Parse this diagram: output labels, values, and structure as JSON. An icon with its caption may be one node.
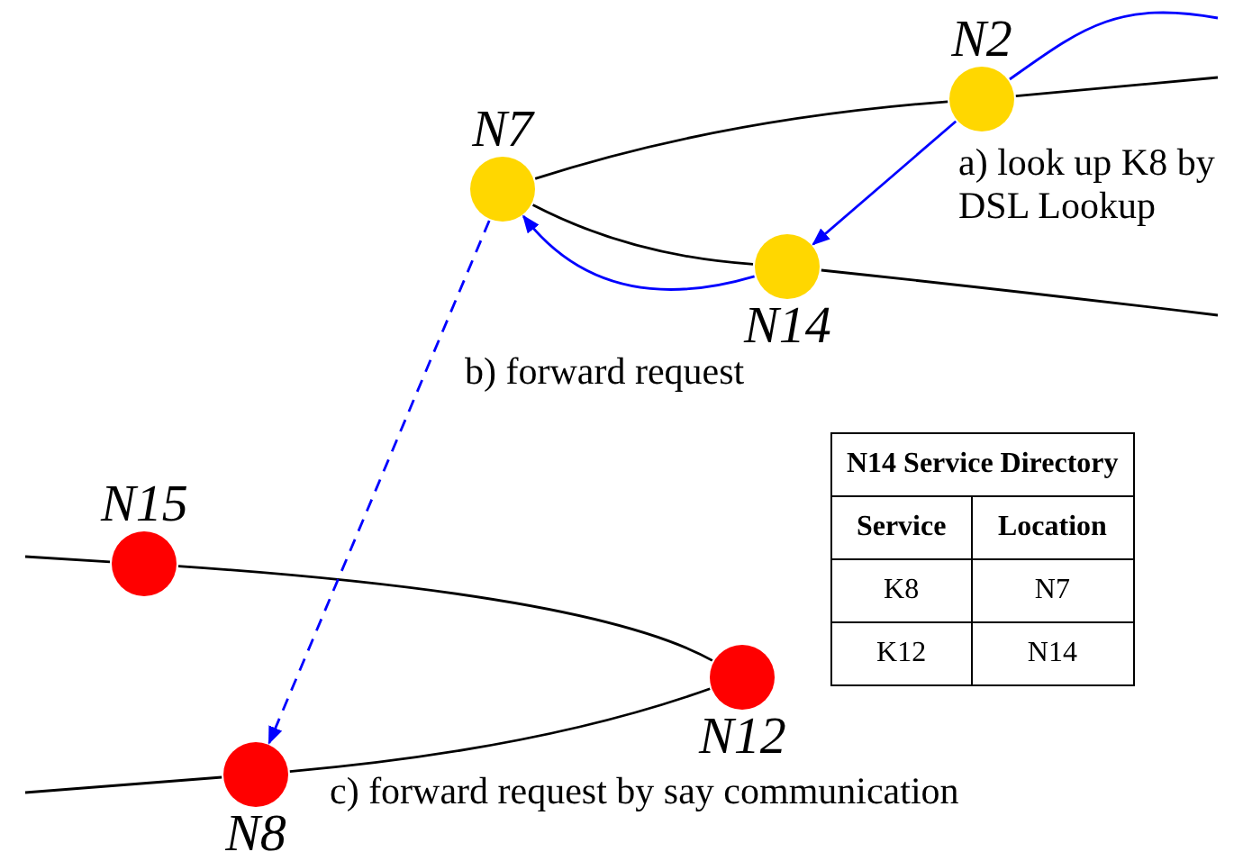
{
  "diagram": {
    "nodes": [
      {
        "text": [
          "N2"
        ]
      },
      {
        "text": [
          "N7"
        ]
      },
      {
        "text": [
          "N14"
        ]
      },
      {
        "text": [
          "N15"
        ]
      },
      {
        "text": [
          "N12"
        ]
      },
      {
        "text": [
          "N8"
        ]
      }
    ],
    "edges": [
      {
        "from": 1,
        "to": 0,
        "arrow": "none"
      },
      {
        "from": 0,
        "to": null,
        "arrow": "none"
      },
      {
        "from": 1,
        "to": 2,
        "arrow": "none"
      },
      {
        "from": 2,
        "to": null,
        "arrow": "none"
      },
      {
        "from": null,
        "to": 3,
        "arrow": "none"
      },
      {
        "from": 3,
        "to": 4,
        "arrow": "none"
      },
      {
        "from": 4,
        "to": 5,
        "arrow": "none"
      },
      {
        "from": 5,
        "to": null,
        "arrow": "none"
      },
      {
        "from": null,
        "to": 0,
        "arrow": "none",
        "color": "#0000ff"
      },
      {
        "from": 0,
        "to": 2,
        "arrow": "to",
        "color": "#0000ff"
      },
      {
        "from": 2,
        "to": 1,
        "arrow": "to",
        "color": "#0000ff"
      },
      {
        "from": 1,
        "to": 5,
        "arrow": "to",
        "style": "dashed",
        "color": "#0000ff"
      }
    ],
    "labels": [
      "a) look up K8 by DSL Lookup",
      "b) forward request",
      "c) forward request by say communication",
      "N14 Service Directory",
      "Service",
      "Location",
      "K8",
      "N7",
      "K12",
      "N14"
    ]
  }
}
